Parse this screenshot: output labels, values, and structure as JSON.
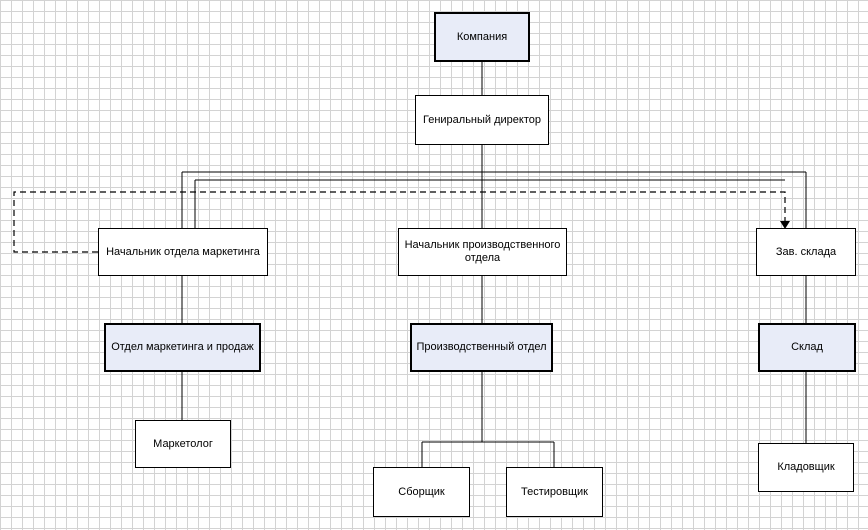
{
  "diagram": {
    "colors": {
      "grid": "#d3d3d3",
      "dept_fill": "#e8ecf8",
      "node_fill": "#ffffff",
      "line": "#000000"
    },
    "nodes": {
      "company": "Компания",
      "ceo": "Гениральный директор",
      "head_marketing": "Начальник отдела маркетинга",
      "head_production": "Начальник производственного отдела",
      "head_warehouse": "Зав. склада",
      "dept_marketing": "Отдел маркетинга и продаж",
      "dept_production": "Производственный отдел",
      "dept_warehouse": "Склад",
      "marketer": "Маркетолог",
      "assembler": "Сборщик",
      "tester": "Тестировщик",
      "storekeeper": "Кладовщик"
    }
  }
}
